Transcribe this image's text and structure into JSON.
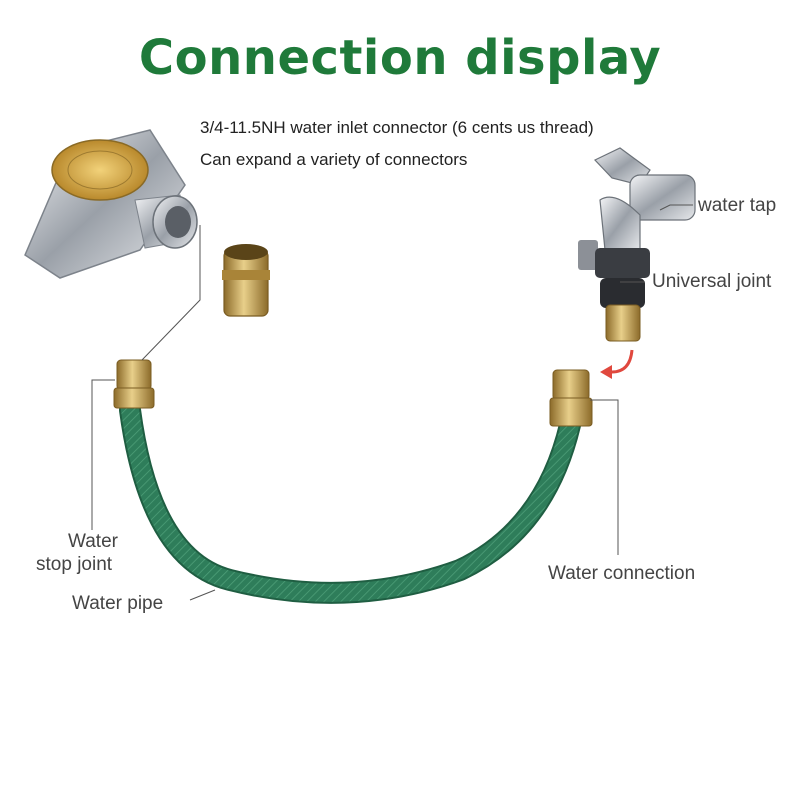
{
  "title": "Connection display",
  "notes": [
    "3/4-11.5NH water inlet connector (6 cents us thread)",
    "Can expand a variety of connectors"
  ],
  "labels": {
    "water_tap": "water tap",
    "universal_joint": "Universal joint",
    "water_stop_joint_line1": "Water",
    "water_stop_joint_line2": "stop joint",
    "water_pipe": "Water pipe",
    "water_connection": "Water connection"
  },
  "colors": {
    "title": "#1f7a3a",
    "hose": "#2e7d5a",
    "brass": "#c9a24a",
    "chrome": "#c8ccd2",
    "arrow": "#e0483e"
  }
}
